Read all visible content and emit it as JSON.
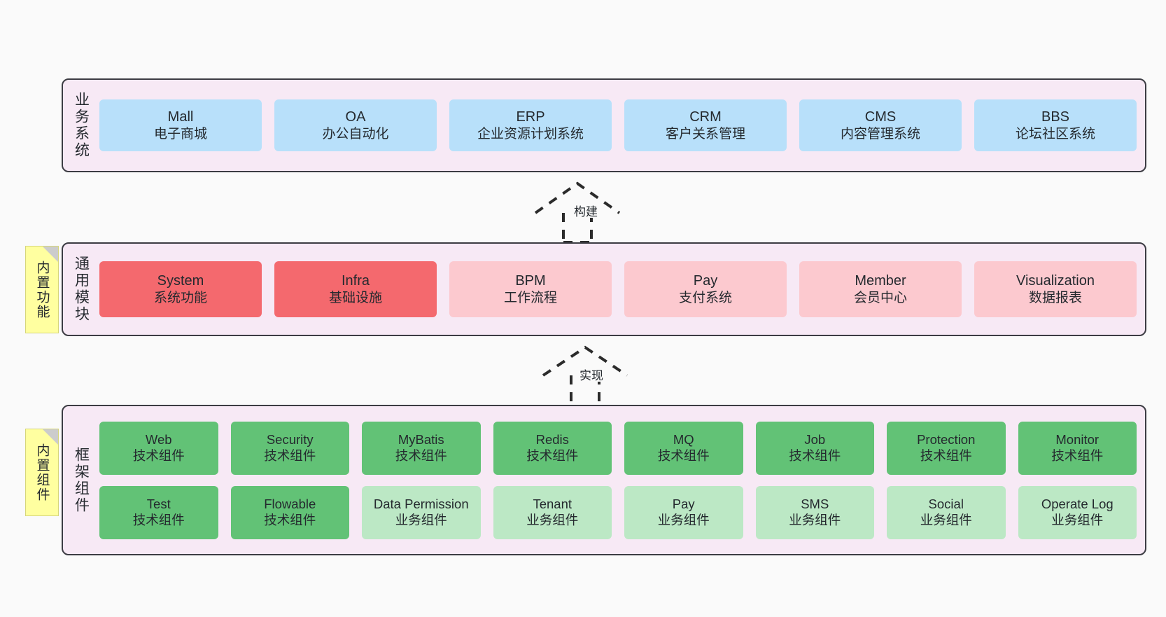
{
  "diagram": {
    "background_color": "#fafafa",
    "layer_border_color": "#3c3c43",
    "layer_fill_color": "#f7e9f5",
    "note_color": "#ffffa0"
  },
  "layers": [
    {
      "id": "business",
      "title": "业务系统",
      "boxes": [
        {
          "name": "Mall",
          "desc": "电子商城",
          "color": "#b8e0fa"
        },
        {
          "name": "OA",
          "desc": "办公自动化",
          "color": "#b8e0fa"
        },
        {
          "name": "ERP",
          "desc": "企业资源计划系统",
          "color": "#b8e0fa"
        },
        {
          "name": "CRM",
          "desc": "客户关系管理",
          "color": "#b8e0fa"
        },
        {
          "name": "CMS",
          "desc": "内容管理系统",
          "color": "#b8e0fa"
        },
        {
          "name": "BBS",
          "desc": "论坛社区系统",
          "color": "#b8e0fa"
        }
      ]
    },
    {
      "id": "common",
      "title": "通用模块",
      "boxes": [
        {
          "name": "System",
          "desc": "系统功能",
          "color": "#f4696e"
        },
        {
          "name": "Infra",
          "desc": "基础设施",
          "color": "#f4696e"
        },
        {
          "name": "BPM",
          "desc": "工作流程",
          "color": "#fcc9cf"
        },
        {
          "name": "Pay",
          "desc": "支付系统",
          "color": "#fcc9cf"
        },
        {
          "name": "Member",
          "desc": "会员中心",
          "color": "#fcc9cf"
        },
        {
          "name": "Visualization",
          "desc": "数据报表",
          "color": "#fcc9cf"
        }
      ]
    },
    {
      "id": "framework",
      "title": "框架组件",
      "boxes_row1": [
        {
          "name": "Web",
          "desc": "技术组件",
          "color": "#62c276"
        },
        {
          "name": "Security",
          "desc": "技术组件",
          "color": "#62c276"
        },
        {
          "name": "MyBatis",
          "desc": "技术组件",
          "color": "#62c276"
        },
        {
          "name": "Redis",
          "desc": "技术组件",
          "color": "#62c276"
        },
        {
          "name": "MQ",
          "desc": "技术组件",
          "color": "#62c276"
        },
        {
          "name": "Job",
          "desc": "技术组件",
          "color": "#62c276"
        },
        {
          "name": "Protection",
          "desc": "技术组件",
          "color": "#62c276"
        },
        {
          "name": "Monitor",
          "desc": "技术组件",
          "color": "#62c276"
        }
      ],
      "boxes_row2": [
        {
          "name": "Test",
          "desc": "技术组件",
          "color": "#62c276"
        },
        {
          "name": "Flowable",
          "desc": "技术组件",
          "color": "#62c276"
        },
        {
          "name": "Data Permission",
          "desc": "业务组件",
          "color": "#bce8c5"
        },
        {
          "name": "Tenant",
          "desc": "业务组件",
          "color": "#bce8c5"
        },
        {
          "name": "Pay",
          "desc": "业务组件",
          "color": "#bce8c5"
        },
        {
          "name": "SMS",
          "desc": "业务组件",
          "color": "#bce8c5"
        },
        {
          "name": "Social",
          "desc": "业务组件",
          "color": "#bce8c5"
        },
        {
          "name": "Operate Log",
          "desc": "业务组件",
          "color": "#bce8c5"
        }
      ]
    }
  ],
  "notes": [
    {
      "id": "features",
      "text": "内置功能"
    },
    {
      "id": "components",
      "text": "内置组件"
    }
  ],
  "arrows": [
    {
      "id": "build",
      "label": "构建"
    },
    {
      "id": "impl",
      "label": "实现"
    }
  ]
}
